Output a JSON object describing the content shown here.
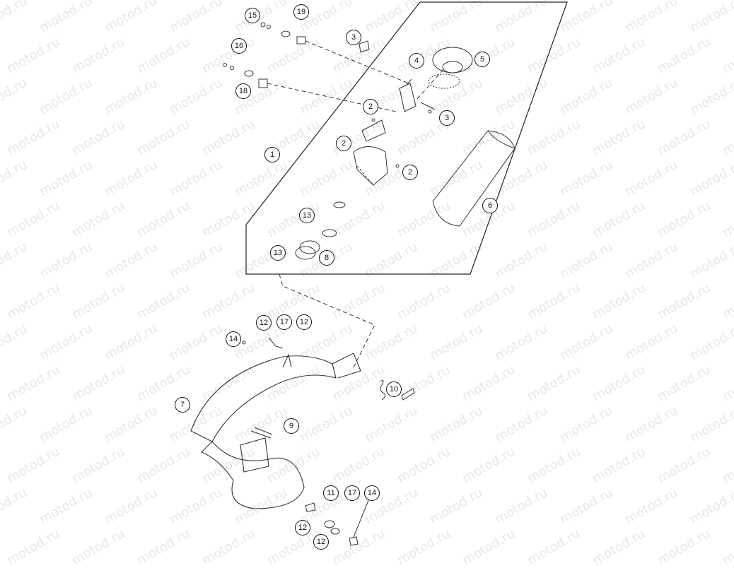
{
  "watermark": "motod.ru",
  "parts": [
    {
      "num": "15"
    },
    {
      "num": "19"
    },
    {
      "num": "3"
    },
    {
      "num": "16"
    },
    {
      "num": "4"
    },
    {
      "num": "5"
    },
    {
      "num": "18"
    },
    {
      "num": "2"
    },
    {
      "num": "3"
    },
    {
      "num": "2"
    },
    {
      "num": "1"
    },
    {
      "num": "2"
    },
    {
      "num": "6"
    },
    {
      "num": "13"
    },
    {
      "num": "13"
    },
    {
      "num": "8"
    },
    {
      "num": "12"
    },
    {
      "num": "17"
    },
    {
      "num": "12"
    },
    {
      "num": "14"
    },
    {
      "num": "10"
    },
    {
      "num": "7"
    },
    {
      "num": "9"
    },
    {
      "num": "11"
    },
    {
      "num": "17"
    },
    {
      "num": "14"
    },
    {
      "num": "12"
    },
    {
      "num": "12"
    }
  ]
}
